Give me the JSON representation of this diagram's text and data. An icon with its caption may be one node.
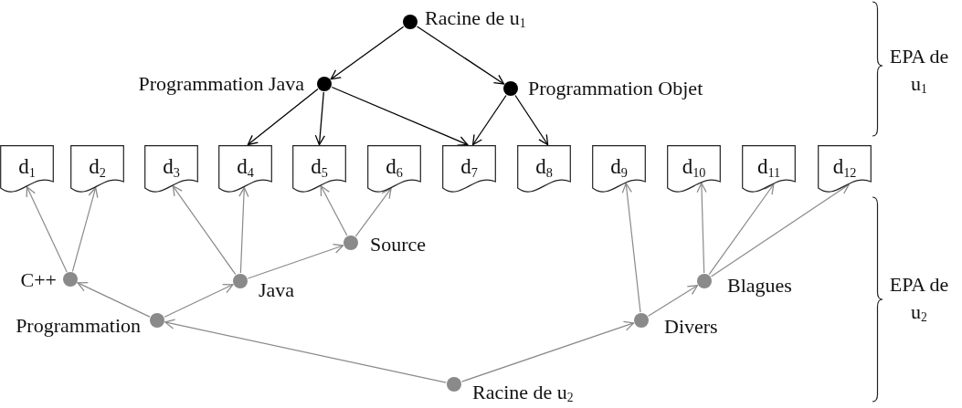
{
  "diagram": {
    "nodes": [
      {
        "text": [],
        "shape": "circle",
        "beside": [
          "Racine de u$_{1}$"
        ]
      },
      {
        "text": [],
        "shape": "circle",
        "beside": [
          "Programmation Java"
        ]
      },
      {
        "text": [],
        "shape": "circle",
        "beside": [
          "Programmation Objet"
        ]
      },
      {
        "text": [
          "d$_{1}$"
        ]
      },
      {
        "text": [
          "d$_{2}$"
        ]
      },
      {
        "text": [
          "d$_{3}$"
        ]
      },
      {
        "text": [
          "d$_{4}$"
        ]
      },
      {
        "text": [
          "d$_{5}$"
        ]
      },
      {
        "text": [
          "d$_{6}$"
        ]
      },
      {
        "text": [
          "d$_{7}$"
        ]
      },
      {
        "text": [
          "d$_{8}$"
        ]
      },
      {
        "text": [
          "d$_{9}$"
        ]
      },
      {
        "text": [
          "d$_{10}$"
        ]
      },
      {
        "text": [
          "d$_{11}$"
        ]
      },
      {
        "text": [
          "d$_{12}$"
        ]
      },
      {
        "text": [],
        "shape": "circle",
        "beside": [
          "Source"
        ]
      },
      {
        "text": [],
        "shape": "circle",
        "beside": [
          "C++"
        ]
      },
      {
        "text": [],
        "shape": "circle",
        "beside": [
          "Java"
        ]
      },
      {
        "text": [],
        "shape": "circle",
        "beside": [
          "Blagues"
        ]
      },
      {
        "text": [],
        "shape": "circle",
        "beside": [
          "Programmation"
        ]
      },
      {
        "text": [],
        "shape": "circle",
        "beside": [
          "Divers"
        ]
      },
      {
        "text": [],
        "shape": "circle",
        "beside": [
          "Racine de u$_{2}$"
        ]
      }
    ],
    "edges": [
      {
        "from": 0,
        "to": 1,
        "arrow": "to",
        "color": "#000000"
      },
      {
        "from": 0,
        "to": 2,
        "arrow": "to",
        "color": "#000000"
      },
      {
        "from": 1,
        "to": 6,
        "arrow": "to",
        "color": "#000000"
      },
      {
        "from": 1,
        "to": 7,
        "arrow": "to",
        "color": "#000000"
      },
      {
        "from": 1,
        "to": 9,
        "arrow": "to",
        "color": "#000000"
      },
      {
        "from": 2,
        "to": 9,
        "arrow": "to",
        "color": "#000000"
      },
      {
        "from": 2,
        "to": 10,
        "arrow": "to",
        "color": "#000000"
      },
      {
        "from": 21,
        "to": 19,
        "arrow": "to"
      },
      {
        "from": 21,
        "to": 20,
        "arrow": "to"
      },
      {
        "from": 19,
        "to": 16,
        "arrow": "to"
      },
      {
        "from": 19,
        "to": 17,
        "arrow": "to"
      },
      {
        "from": 16,
        "to": 3,
        "arrow": "to"
      },
      {
        "from": 16,
        "to": 4,
        "arrow": "to"
      },
      {
        "from": 17,
        "to": 5,
        "arrow": "to"
      },
      {
        "from": 17,
        "to": 6,
        "arrow": "to"
      },
      {
        "from": 17,
        "to": 15,
        "arrow": "to"
      },
      {
        "from": 15,
        "to": 7,
        "arrow": "to"
      },
      {
        "from": 15,
        "to": 8,
        "arrow": "to"
      },
      {
        "from": 20,
        "to": 11,
        "arrow": "to"
      },
      {
        "from": 20,
        "to": 18,
        "arrow": "to"
      },
      {
        "from": 18,
        "to": 12,
        "arrow": "to"
      },
      {
        "from": 18,
        "to": 13,
        "arrow": "to"
      },
      {
        "from": 18,
        "to": 14,
        "arrow": "to"
      }
    ],
    "labels": [
      "EPA de u$_{1}$",
      "EPA de u$_{2}$"
    ]
  }
}
